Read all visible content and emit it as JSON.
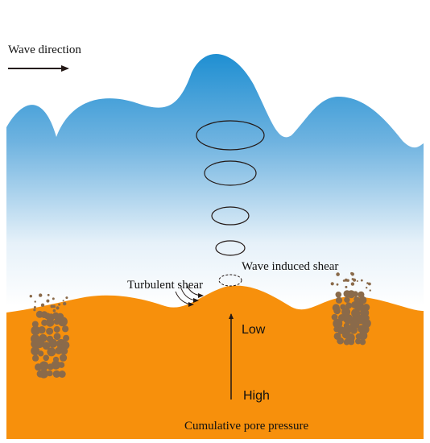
{
  "diagram": {
    "labels": {
      "wave_direction": "Wave direction",
      "wave_induced_shear": "Wave induced shear",
      "turbulent_shear": "Turbulent shear",
      "low": "Low",
      "high": "High",
      "cumulative_pore_pressure": "Cumulative pore pressure"
    },
    "colors": {
      "wave_top": "#1f8fd2",
      "wave_bottom": "#ffffff",
      "seabed": "#f7900c",
      "grains": "#8a6a4a",
      "arrow": "#231815"
    }
  }
}
